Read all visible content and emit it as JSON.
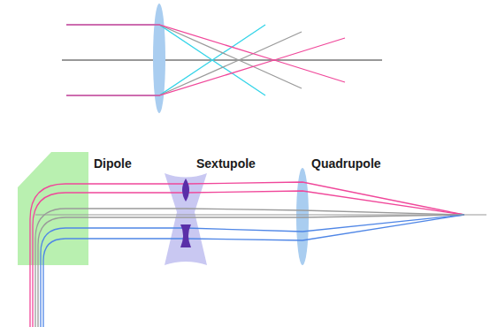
{
  "diagram": {
    "labels": [
      "Dipole",
      "Sextupole",
      "Quadrupole"
    ]
  }
}
